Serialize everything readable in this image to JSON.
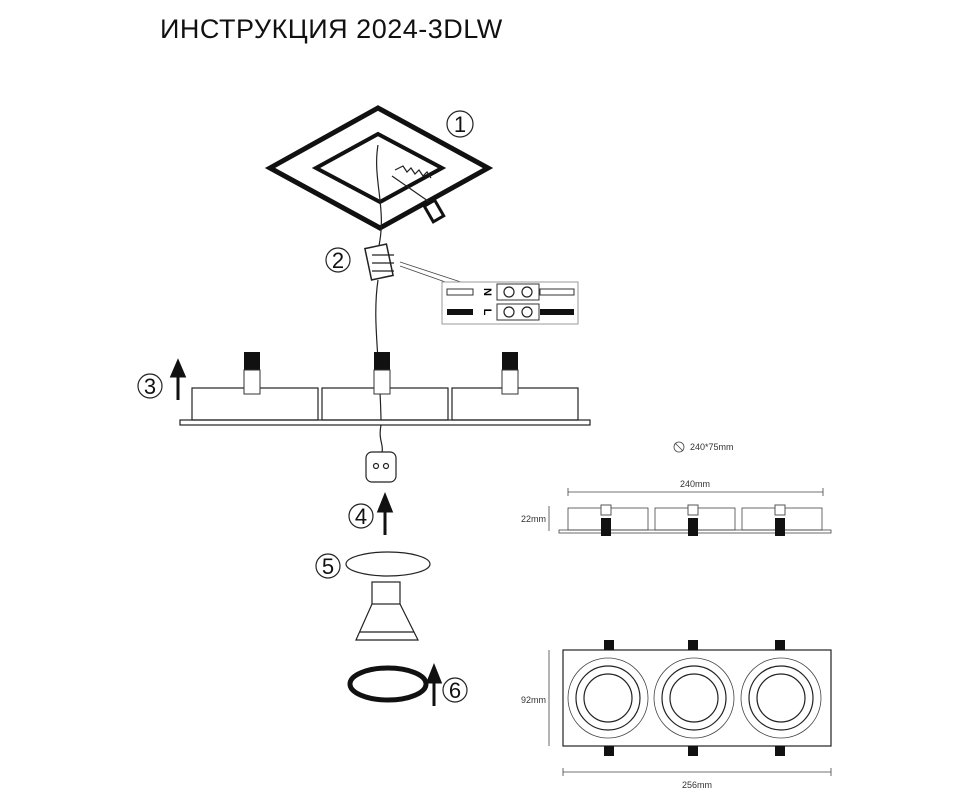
{
  "title": "ИНСТРУКЦИЯ 2024-3DLW",
  "steps": [
    "1",
    "2",
    "3",
    "4",
    "5",
    "6"
  ],
  "wiring": {
    "neutral": "N",
    "live": "L"
  },
  "dimensions": {
    "cutout": "240*75mm",
    "length_side": "240mm",
    "height": "22mm",
    "width": "92mm",
    "length_top": "256mm"
  }
}
